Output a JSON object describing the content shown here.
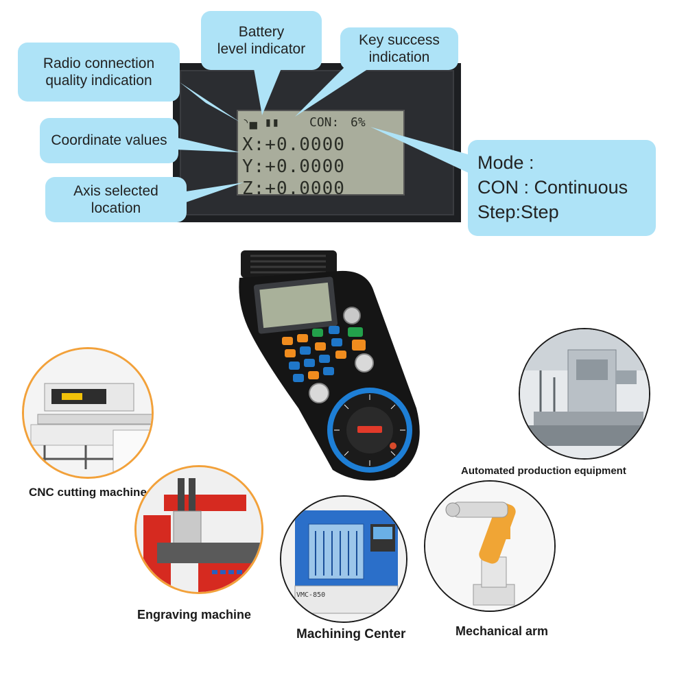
{
  "lcd": {
    "status_left": "◝▄ ▮▮",
    "status_mode": "CON:",
    "status_value": "6%",
    "x_line": "X:+0.0000",
    "y_line": "Y:+0.0000",
    "z_line": "Z:+0.0000"
  },
  "callouts": {
    "radio": "Radio  connection\nquality indication",
    "battery": "Battery\nlevel indicator",
    "key_success": "Key success\nindication",
    "coordinates": "Coordinate values",
    "axis": "Axis  selected\nlocation",
    "mode_line1": "Mode :",
    "mode_line2": "CON : Continuous",
    "mode_line3": "Step:Step"
  },
  "captions": {
    "cnc": "CNC cutting machine",
    "engraving": "Engraving machine",
    "machining": "Machining Center",
    "mechanical": "Mechanical arm",
    "automated": "Automated production equipment"
  },
  "machining_label": "VMC-850",
  "colors": {
    "callout_bg": "#aee3f7",
    "circle_border_orange": "#f2a13a",
    "lcd_bg": "#a9ad9c",
    "wheel_blue": "#1e7fd6"
  }
}
